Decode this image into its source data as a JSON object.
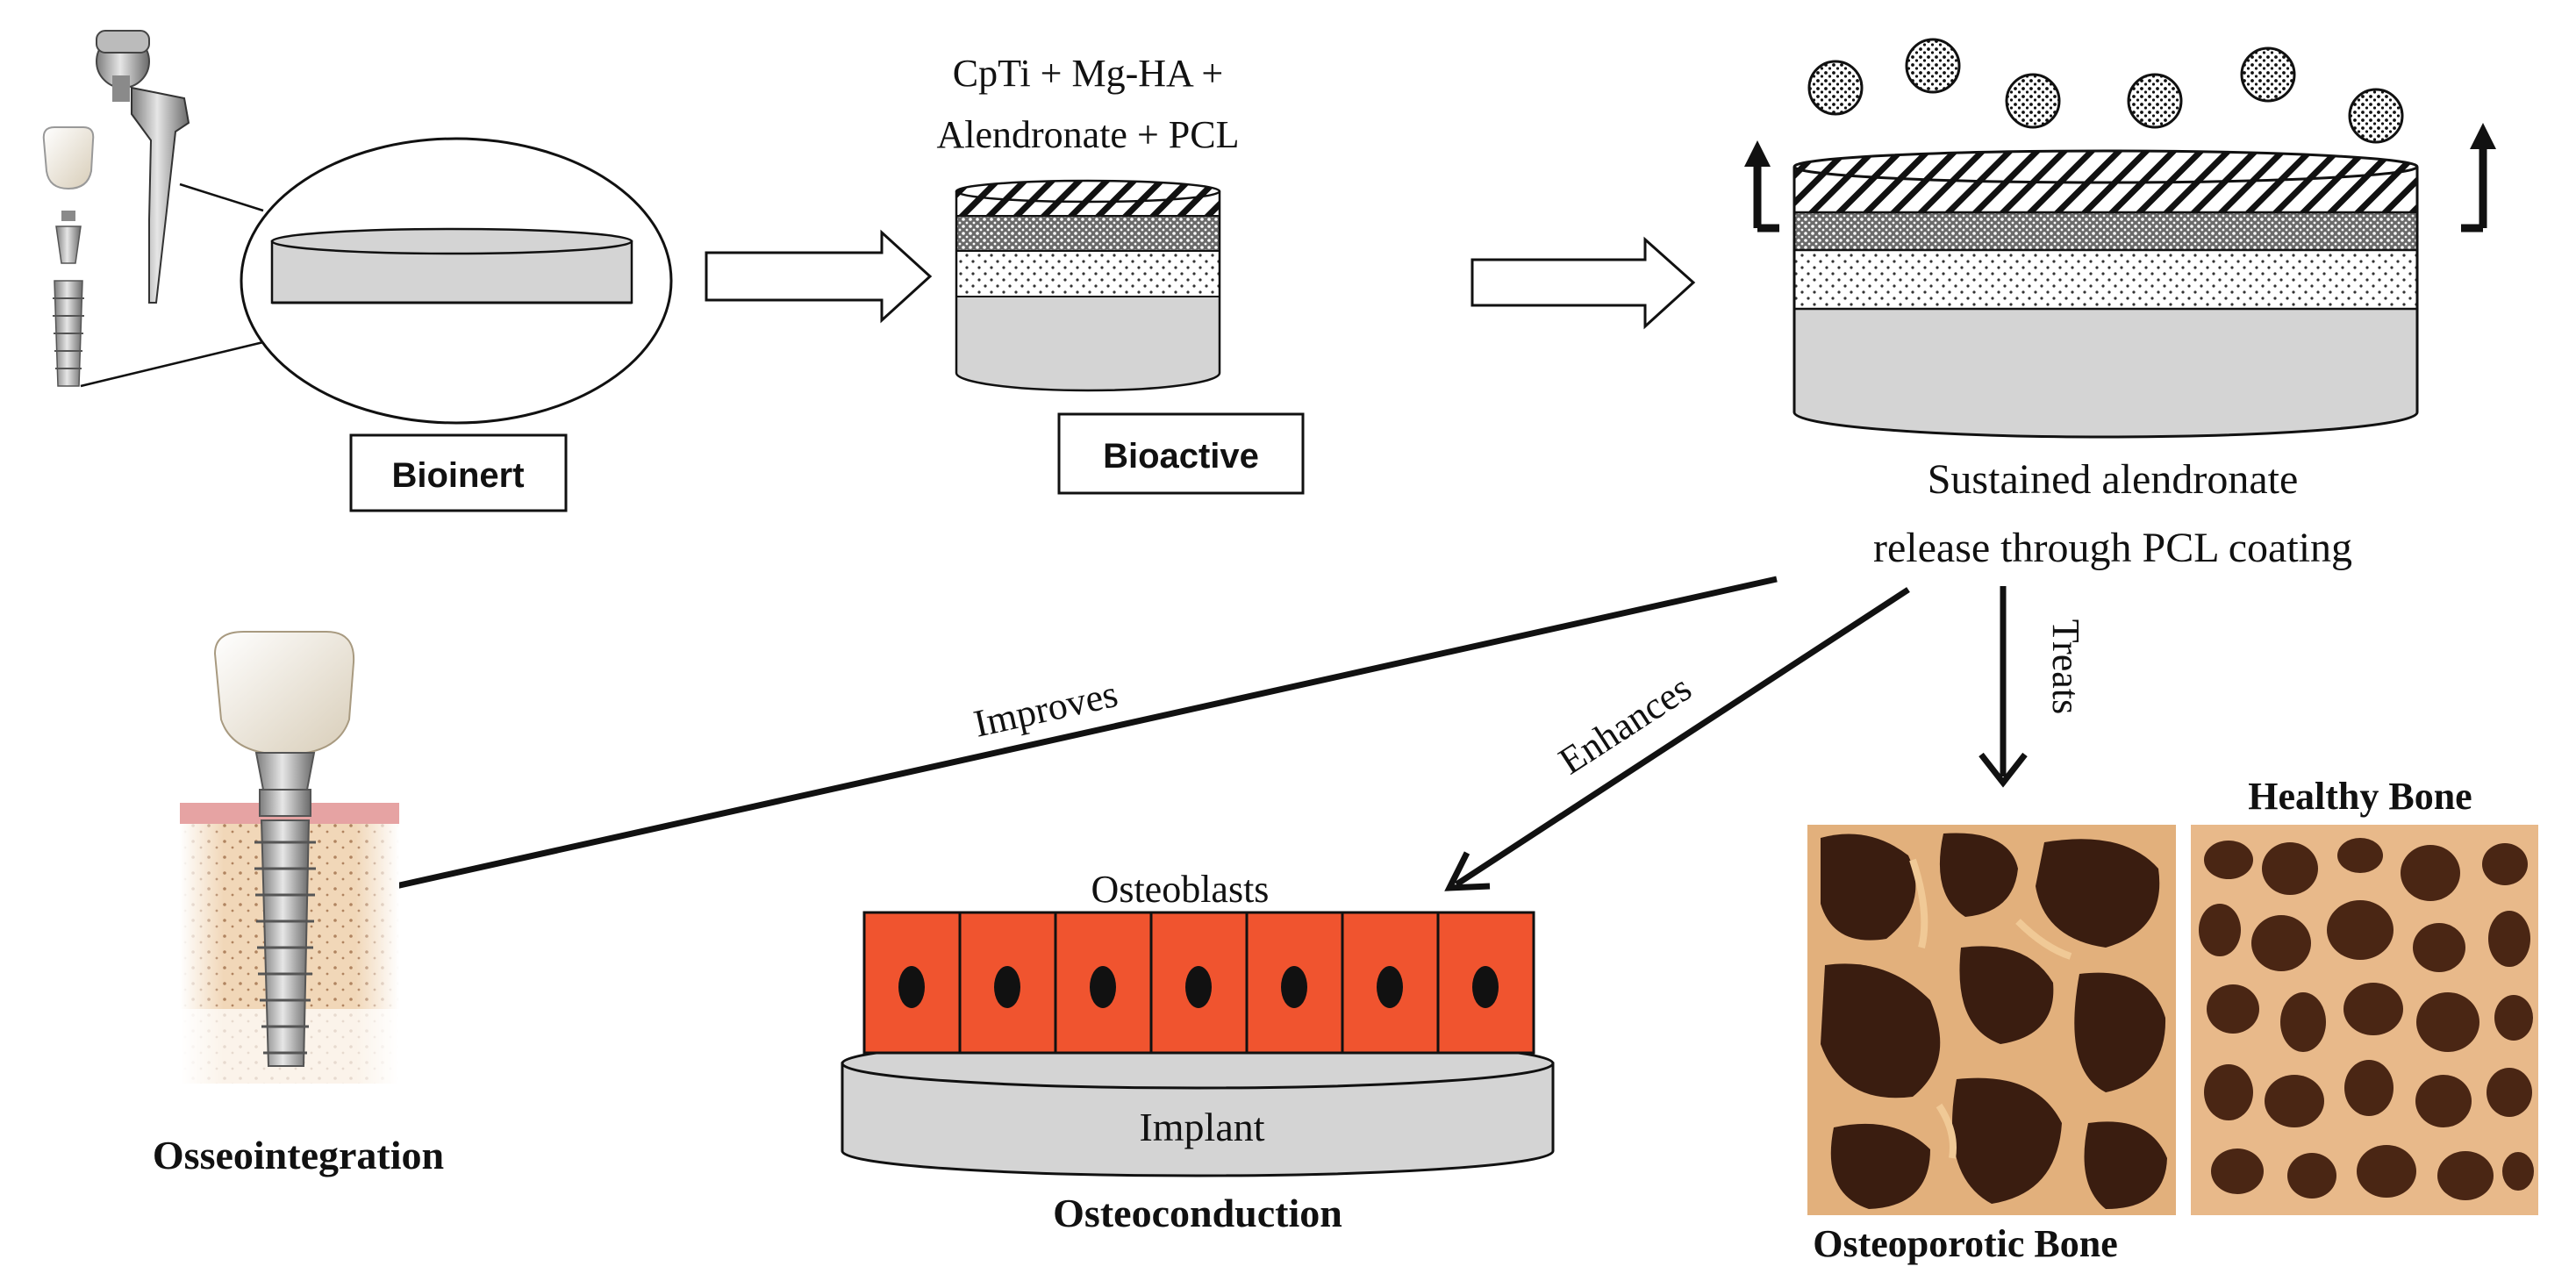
{
  "top_row": {
    "stage1": {
      "label": "Bioinert"
    },
    "stage2": {
      "title_line1": "CpTi + Mg-HA +",
      "title_line2": "Alendronate + PCL",
      "label": "Bioactive"
    },
    "stage3": {
      "caption_line1": "Sustained alendronate",
      "caption_line2": "release through PCL coating"
    }
  },
  "arrows": {
    "improves": "Improves",
    "enhances": "Enhances",
    "treats": "Treats"
  },
  "outcomes": {
    "osseointegration": "Osseointegration",
    "osteoblasts": "Osteoblasts",
    "implant": "Implant",
    "osteoconduction": "Osteoconduction",
    "healthy_bone": "Healthy Bone",
    "osteoporotic_bone": "Osteoporotic Bone"
  },
  "colors": {
    "osteoblast_fill": "#f0542f",
    "disk_gray": "#d4d4d4",
    "bone_light": "#e8b98a",
    "bone_dark": "#3a1d10",
    "gum_pink": "#e6a3a3"
  },
  "icons": [
    "hip-implant-icon",
    "dental-implant-icon",
    "tooth-implant-icon",
    "drug-particle-icon"
  ]
}
